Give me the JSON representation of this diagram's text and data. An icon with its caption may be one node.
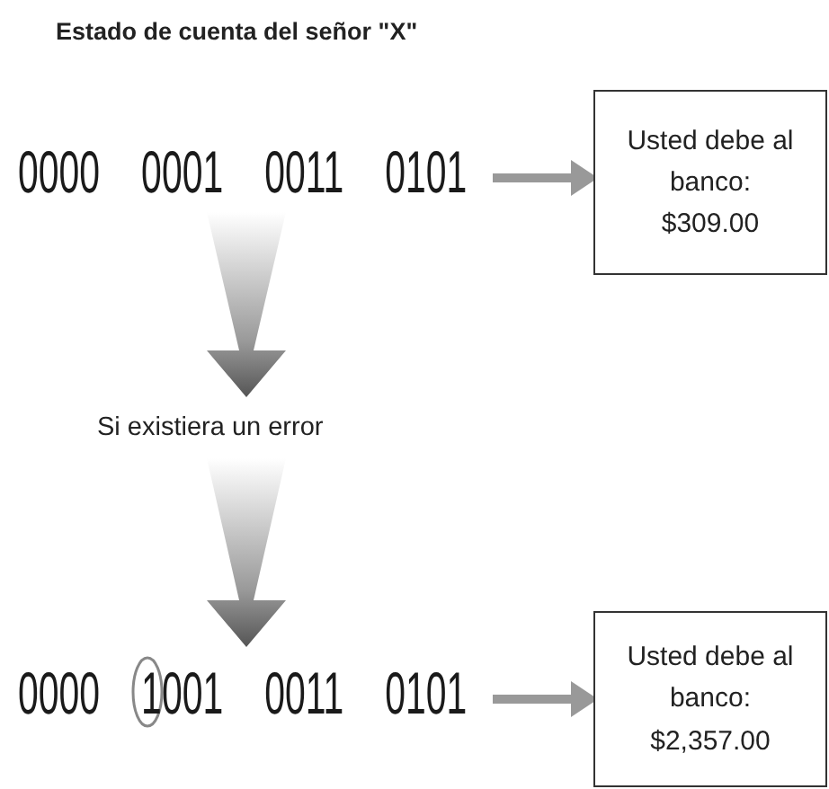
{
  "diagram": {
    "title": "Estado de cuenta del señor \"X\"",
    "nodes": [
      {
        "text": [
          "0000 0001 0011 0101"
        ]
      },
      {
        "text": [
          "Usted debe al banco: $309.00"
        ]
      },
      {
        "text": [
          "Si existiera un error"
        ]
      },
      {
        "text": [
          "0000 1001 0011 0101"
        ]
      },
      {
        "text": [
          "Usted debe al banco: $2,357.00"
        ]
      }
    ],
    "edges": [
      {
        "from": 0,
        "to": 1,
        "arrow": "to"
      },
      {
        "from": 0,
        "to": 2,
        "arrow": "to",
        "style": "thick"
      },
      {
        "from": 2,
        "to": 3,
        "arrow": "to",
        "style": "thick"
      },
      {
        "from": 3,
        "to": 4,
        "arrow": "to"
      }
    ]
  }
}
